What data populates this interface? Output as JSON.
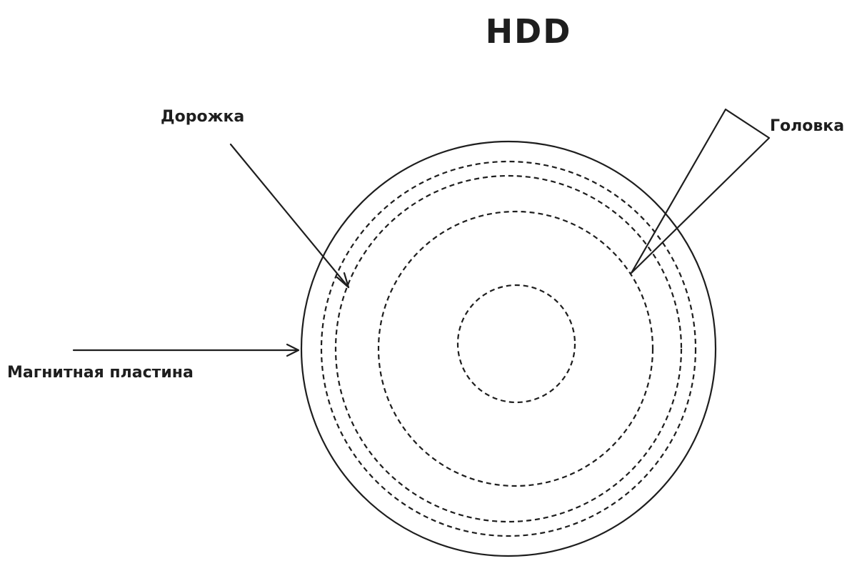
{
  "diagram": {
    "title": "HDD",
    "labels": {
      "track": "Дорожка",
      "head": "Головка",
      "platter": "Магнитная пластина"
    }
  }
}
